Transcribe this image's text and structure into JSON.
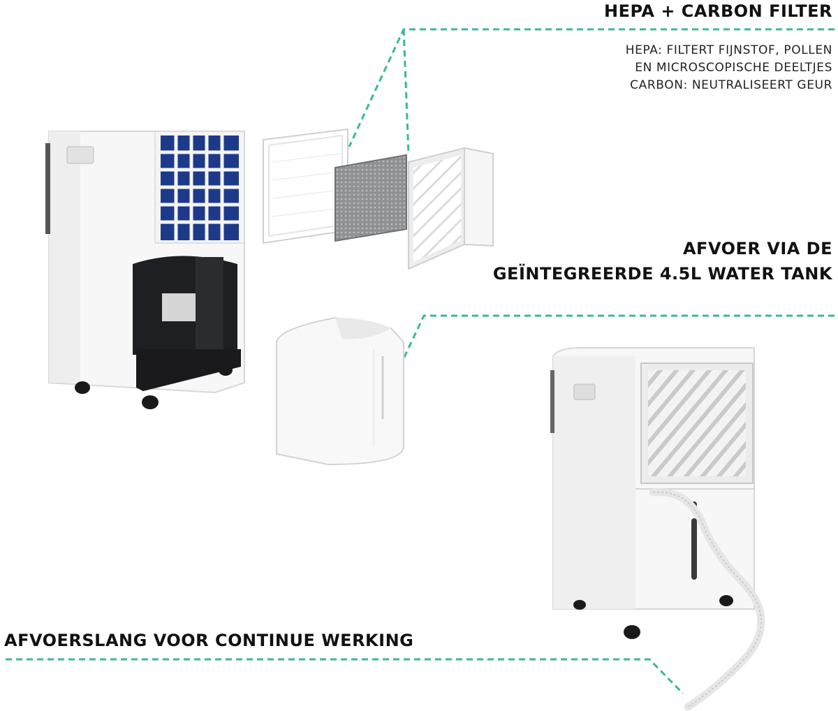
{
  "colors": {
    "accent_dash": "#3bb89a",
    "unit_body": "#f7f7f7",
    "unit_dark": "#1e1f22",
    "coil_blue": "#1d3a8a",
    "filter_gray": "#8a8c8e"
  },
  "callouts": {
    "hepa_carbon": {
      "title": "HEPA + CARBON FILTER",
      "lines": [
        "HEPA: FILTERT FIJNSTOF, POLLEN",
        "EN MICROSCOPISCHE DEELTJES",
        "CARBON: NEUTRALISEERT GEUR"
      ]
    },
    "water_tank": {
      "lines": [
        "AFVOER VIA DE",
        "GEÏNTEGREERDE 4.5L WATER TANK"
      ]
    },
    "drain_hose": {
      "title": "AFVOERSLANG VOOR CONTINUE WERKING"
    }
  }
}
